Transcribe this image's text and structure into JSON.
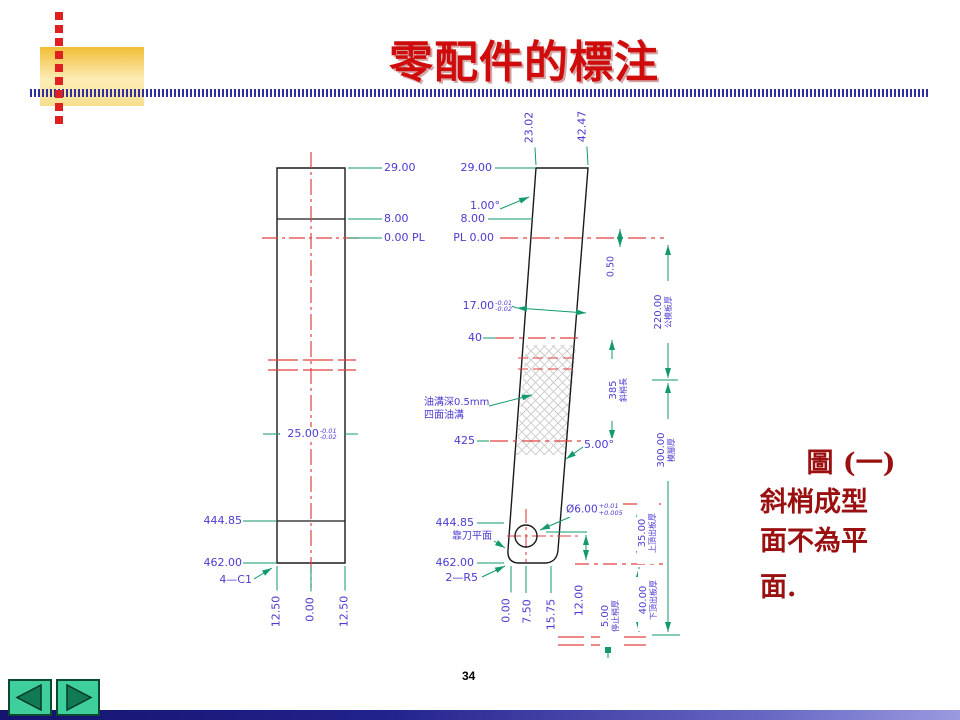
{
  "slide": {
    "title": "零配件的標注",
    "page_number": "34"
  },
  "note": {
    "line1": "圖 (一)",
    "line2": "斜梢成型",
    "line3": "面不為平",
    "line4": "面."
  },
  "colors": {
    "title_red": "#cf0b0b",
    "note_red": "#9a1010",
    "dimension_blue": "#4a3bd0",
    "leader_green": "#13996e",
    "centerline_red": "#e04040",
    "nav_green": "#3ecf9c"
  },
  "left_view": {
    "dim_29": "29.00",
    "dim_8": "8.00",
    "dim_0pl": "0.00 PL",
    "dim_25": "25.00",
    "dim_25_tol_top": "-0.01",
    "dim_25_tol_bot": "-0.02",
    "dim_44485": "444.85",
    "dim_462": "462.00",
    "chamfer": "4—C1",
    "bot_left": "12.50",
    "bot_center": "0.00",
    "bot_right": "12.50"
  },
  "right_view": {
    "top_left": "23.02",
    "top_right": "42.47",
    "dim_29": "29.00",
    "angle_top": "1.00°",
    "dim_8": "8.00",
    "pl": "PL 0.00",
    "gap_050": "0.50",
    "dim_17": "17.00",
    "dim_17_tol_top": "-0.01",
    "dim_17_tol_bot": "-0.02",
    "dim_40": "40",
    "oil_groove_1": "油溝深0.5mm",
    "oil_groove_2": "四面油溝",
    "dim_425": "425",
    "angle_side": "5.00°",
    "dim_385": "385",
    "dim_385_note": "斜梢長",
    "dim_220": "220.00",
    "dim_220_note": "公模板厚",
    "dim_300": "300.00",
    "dim_300_note": "模腳厚",
    "hole": "Ø6.00",
    "hole_tol_top": "+0.01",
    "hole_tol_bot": "+0.005",
    "dim_44485": "444.85",
    "plane_note": "靠刀平面",
    "dim_462": "462.00",
    "radius": "2—R5",
    "bot_0": "0.00",
    "bot_75": "7.50",
    "bot_1575": "15.75",
    "dim_12": "12.00",
    "stop_5": "5.00",
    "stop_note": "停止梢厚",
    "dim_35": "35.00",
    "dim_35_note": "上頂出板厚",
    "dim_40b": "40.00",
    "dim_40b_note": "下頂出板厚"
  }
}
